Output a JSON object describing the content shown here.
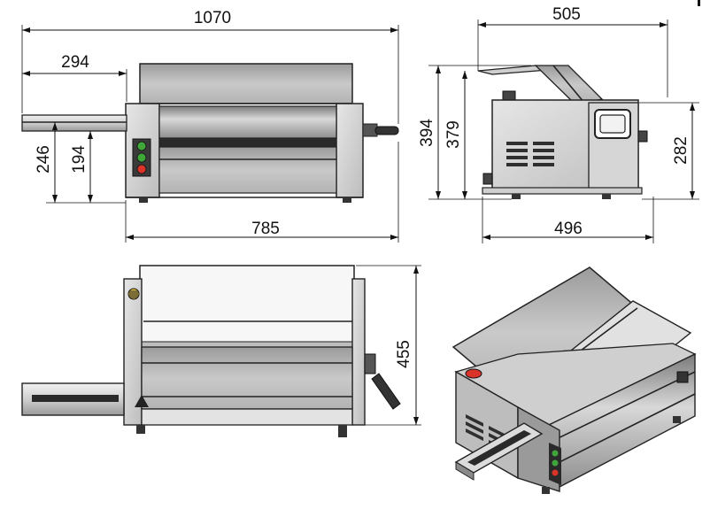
{
  "drawing": {
    "dimensions": {
      "front_total_width": "1070",
      "front_tray_width": "294",
      "front_tray_height": "246",
      "front_tray_inner_height": "194",
      "front_body_width": "785",
      "side_total_width": "505",
      "side_total_height": "394",
      "side_body_height": "379",
      "side_panel_height": "282",
      "side_base_width": "496",
      "top_depth": "455"
    },
    "indicator_colors": {
      "green": "#3fa63a",
      "red": "#d9332a"
    }
  }
}
